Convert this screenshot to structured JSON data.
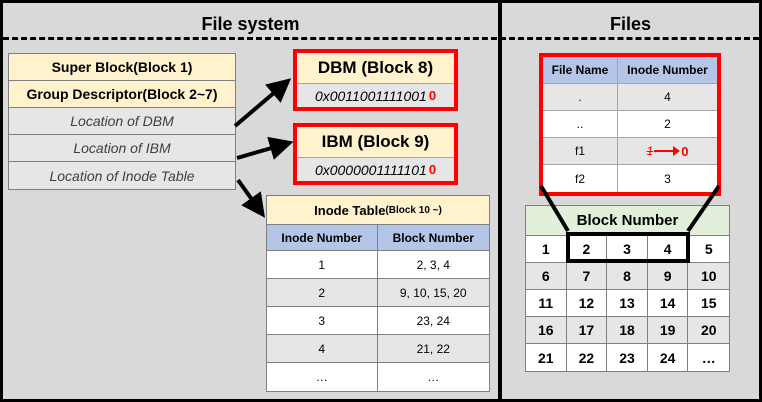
{
  "sections": {
    "file_system": "File system",
    "files": "Files"
  },
  "superblock_stack": {
    "super_block": "Super Block(Block 1)",
    "group_descriptor": "Group Descriptor(Block 2~7)",
    "loc_dbm": "Location of DBM",
    "loc_ibm": "Location of IBM",
    "loc_inode_table": "Location of Inode Table"
  },
  "dbm": {
    "title": "DBM (Block 8)",
    "value": "0x0011001111001",
    "flip": "0"
  },
  "ibm": {
    "title": "IBM (Block 9)",
    "value": "0x0000001111101",
    "flip": "0"
  },
  "inode_table": {
    "title": "Inode Table",
    "title_suffix": "(Block 10 ~)",
    "headers": [
      "Inode Number",
      "Block Number"
    ],
    "rows": [
      [
        "1",
        "2, 3, 4"
      ],
      [
        "2",
        "9,  10,  15,  20"
      ],
      [
        "3",
        "23, 24"
      ],
      [
        "4",
        "21, 22"
      ],
      [
        "…",
        "…"
      ]
    ]
  },
  "directory": {
    "headers": [
      "File Name",
      "Inode Number"
    ],
    "rows": [
      {
        "name": ".",
        "inode": "4"
      },
      {
        "name": "..",
        "inode": "2"
      },
      {
        "name": "f1",
        "old_inode": "1",
        "new_inode": "0"
      },
      {
        "name": "f2",
        "inode": "3"
      }
    ]
  },
  "block_grid": {
    "title": "Block Number",
    "rows": [
      [
        "1",
        "2",
        "3",
        "4",
        "5"
      ],
      [
        "6",
        "7",
        "8",
        "9",
        "10"
      ],
      [
        "11",
        "12",
        "13",
        "14",
        "15"
      ],
      [
        "16",
        "17",
        "18",
        "19",
        "20"
      ],
      [
        "21",
        "22",
        "23",
        "24",
        "…"
      ]
    ]
  },
  "colors": {
    "highlight_red": "#ff0000",
    "header_yellow": "#fff2cc",
    "header_blue": "#b4c6e7",
    "header_green": "#e2efda",
    "gray_fill": "#e7e6e6",
    "background": "#d9d9d9"
  }
}
